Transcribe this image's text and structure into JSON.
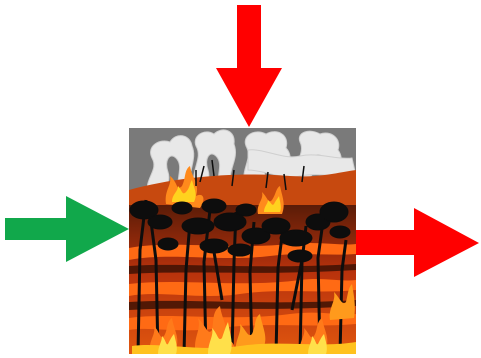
{
  "diagram": {
    "central_image": {
      "icon": "forest-fire-icon",
      "colors": {
        "sky_gray": "#7a7a7a",
        "smoke": "#e6e6e6",
        "flame_orange": "#ff7a1a",
        "flame_yellow": "#ffd21e",
        "ground_red": "#b8320c",
        "ground_dark": "#4a1606",
        "tree": "#0d0d0d"
      }
    },
    "arrows": [
      {
        "id": "input-arrow",
        "direction": "right",
        "color": "#11a84b",
        "icon": "arrow-right-icon"
      },
      {
        "id": "top-arrow",
        "direction": "down",
        "color": "#ff0000",
        "icon": "arrow-down-icon"
      },
      {
        "id": "output-arrow",
        "direction": "right",
        "color": "#ff0000",
        "icon": "arrow-right-icon"
      }
    ]
  }
}
